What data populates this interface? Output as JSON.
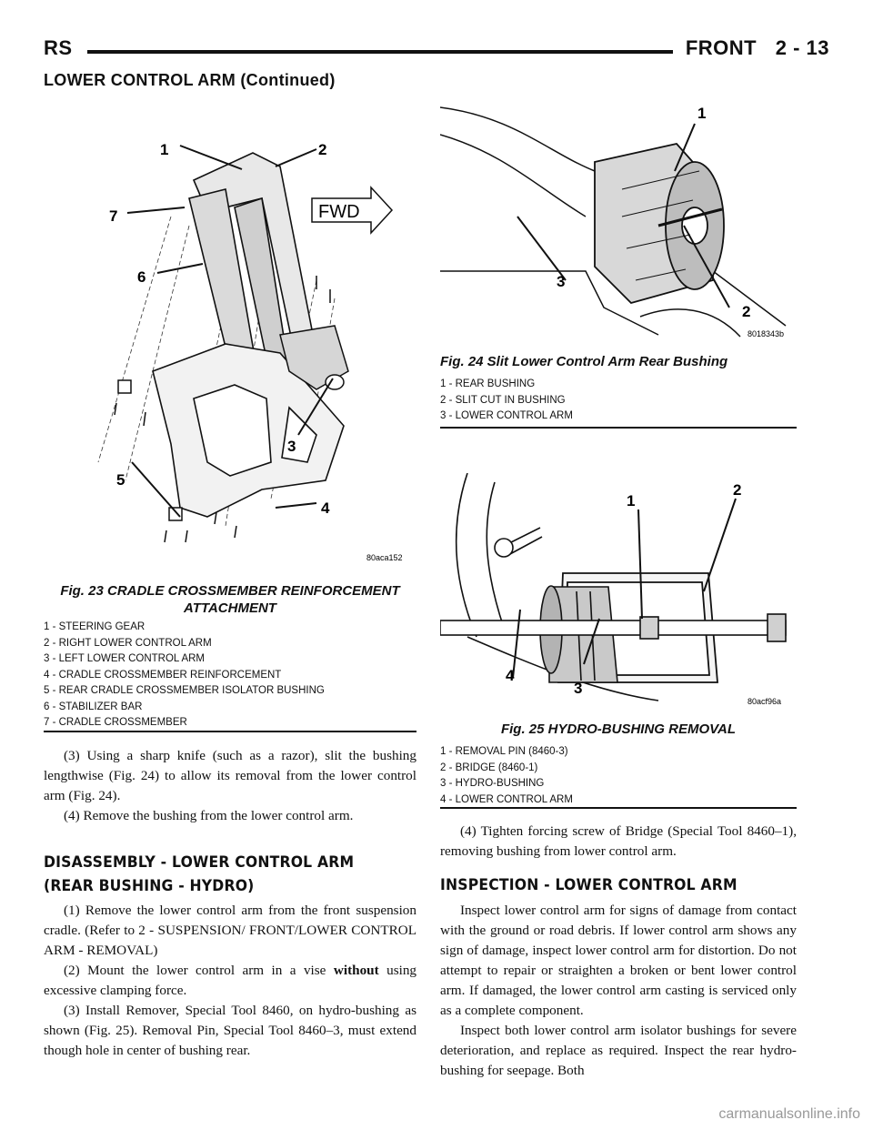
{
  "header": {
    "left": "RS",
    "section": "FRONT",
    "page": "2 - 13"
  },
  "continued_title": "LOWER CONTROL ARM (Continued)",
  "fig23": {
    "code": "80aca152",
    "caption_line1": "Fig. 23 CRADLE CROSSMEMBER REINFORCEMENT",
    "caption_line2": "ATTACHMENT",
    "fwd_label": "FWD",
    "callouts": [
      "1",
      "2",
      "3",
      "4",
      "5",
      "6",
      "7"
    ],
    "legend": [
      "1 - STEERING GEAR",
      "2 - RIGHT LOWER CONTROL ARM",
      "3 - LEFT LOWER CONTROL ARM",
      "4 - CRADLE CROSSMEMBER REINFORCEMENT",
      "5 - REAR CRADLE CROSSMEMBER ISOLATOR BUSHING",
      "6 - STABILIZER BAR",
      "7 - CRADLE CROSSMEMBER"
    ]
  },
  "fig24": {
    "code": "8018343b",
    "caption": "Fig. 24 Slit Lower Control Arm Rear Bushing",
    "callouts": [
      "1",
      "2",
      "3"
    ],
    "legend": [
      "1 - REAR BUSHING",
      "2 - SLIT CUT IN BUSHING",
      "3 - LOWER CONTROL ARM"
    ]
  },
  "fig25": {
    "code": "80acf96a",
    "caption": "Fig. 25 HYDRO-BUSHING REMOVAL",
    "callouts": [
      "1",
      "2",
      "3",
      "4"
    ],
    "legend": [
      "1 - REMOVAL PIN (8460-3)",
      "2 - BRIDGE (8460-1)",
      "3 - HYDRO-BUSHING",
      "4 - LOWER CONTROL ARM"
    ]
  },
  "left_text": {
    "p1": "(3) Using a sharp knife (such as a razor), slit the bushing lengthwise (Fig. 24) to allow its removal from the lower control arm (Fig. 24).",
    "p2": "(4) Remove the bushing from the lower control arm.",
    "heading_line1": "DISASSEMBLY - LOWER CONTROL ARM",
    "heading_line2": "(REAR BUSHING - HYDRO)",
    "p3": "(1) Remove the lower control arm from the front suspension cradle. (Refer to 2 - SUSPENSION/ FRONT/LOWER CONTROL ARM - REMOVAL)",
    "p4_before": "(2) Mount the lower control arm in a vise",
    "p4_bold": "without",
    "p4_after": "using excessive clamping force.",
    "p5": "(3) Install Remover, Special Tool 8460, on hydro-bushing as shown (Fig. 25). Removal Pin, Special Tool 8460–3, must extend though hole in center of bushing rear."
  },
  "right_text": {
    "p1": "(4) Tighten forcing screw of Bridge (Special Tool 8460–1), removing bushing from lower control arm.",
    "heading": "INSPECTION - LOWER CONTROL ARM",
    "p2": "Inspect lower control arm for signs of damage from contact with the ground or road debris. If lower control arm shows any sign of damage, inspect lower control arm for distortion. Do not attempt to repair or straighten a broken or bent lower control arm. If damaged, the lower control arm casting is serviced only as a complete component.",
    "p3": "Inspect both lower control arm isolator bushings for severe deterioration, and replace as required. Inspect the rear hydro-bushing for seepage. Both"
  },
  "watermark": "carmanualsonline.info"
}
